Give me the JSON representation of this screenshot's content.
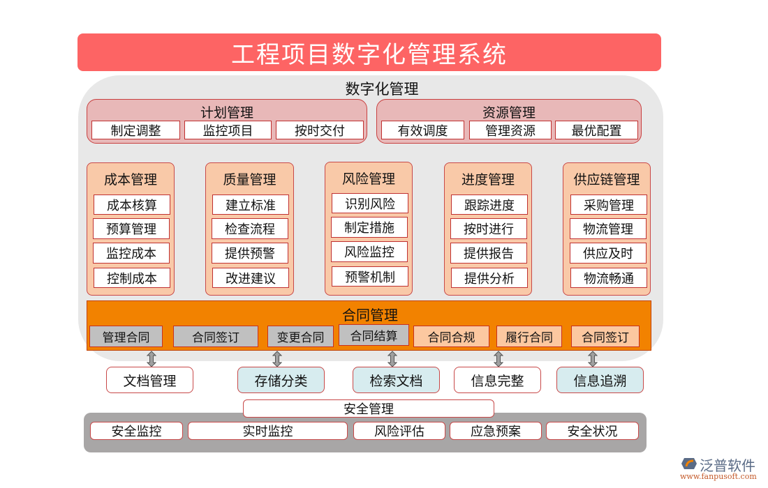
{
  "title": "工程项目数字化管理系统",
  "digital": {
    "title": "数字化管理",
    "plan": {
      "title": "计划管理",
      "items": [
        "制定调整",
        "监控项目",
        "按时交付"
      ]
    },
    "resource": {
      "title": "资源管理",
      "items": [
        "有效调度",
        "管理资源",
        "最优配置"
      ]
    },
    "columns": [
      {
        "title": "成本管理",
        "items": [
          "成本核算",
          "预算管理",
          "监控成本",
          "控制成本"
        ]
      },
      {
        "title": "质量管理",
        "items": [
          "建立标准",
          "检查流程",
          "提供预警",
          "改进建议"
        ]
      },
      {
        "title": "风险管理",
        "items": [
          "识别风险",
          "制定措施",
          "风险监控",
          "预警机制"
        ]
      },
      {
        "title": "进度管理",
        "items": [
          "跟踪进度",
          "按时进行",
          "提供报告",
          "提供分析"
        ]
      },
      {
        "title": "供应链管理",
        "items": [
          "采购管理",
          "物流管理",
          "供应及时",
          "物流畅通"
        ]
      }
    ]
  },
  "contract": {
    "title": "合同管理",
    "items": [
      "管理合同",
      "合同签订",
      "变更合同",
      "合同结算",
      "合同合规",
      "履行合同",
      "合同签订"
    ]
  },
  "documents": {
    "items": [
      "文档管理",
      "存储分类",
      "检索文档",
      "信息完整",
      "信息追溯"
    ]
  },
  "safety": {
    "title": "安全管理",
    "items": [
      "安全监控",
      "实时监控",
      "风险评估",
      "应急预案",
      "安全状况"
    ]
  },
  "colors": {
    "title_bg": "#fd6464",
    "panel_bg": "#e8e8e8",
    "pink_group": "#e8b8b8",
    "column_group": "#f9c9a8",
    "contract_bg": "#f28200",
    "doc_teal": "#d7ecef",
    "safety_bg": "#a8a6a6"
  },
  "logo": {
    "cn": "泛普软件",
    "en": "www.fanpusoft.com"
  }
}
